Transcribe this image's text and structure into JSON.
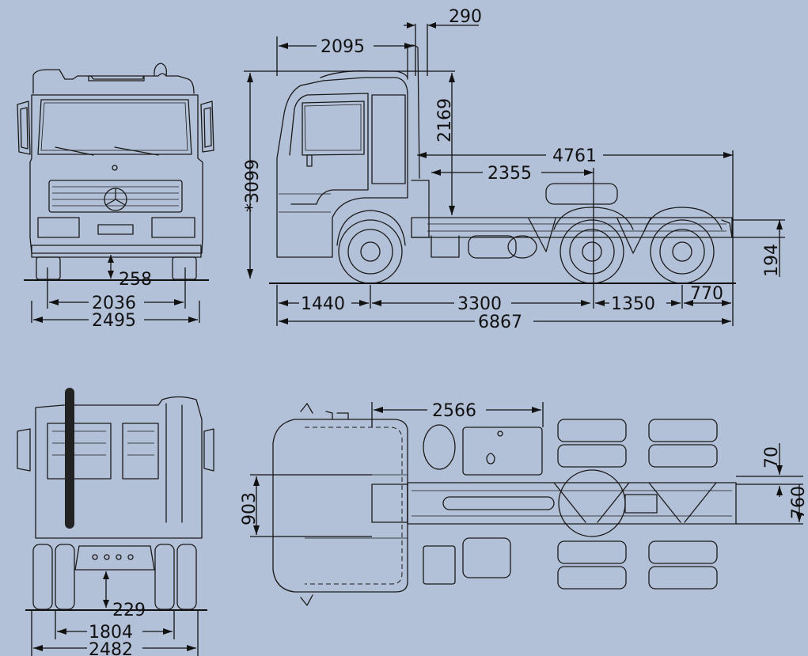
{
  "dimensions": {
    "front_height_clearance": "258",
    "front_track": "2036",
    "front_width": "2495",
    "rear_height_clearance": "229",
    "rear_track": "1804",
    "rear_width": "2482",
    "cab_top_length": "2095",
    "exhaust_offset": "290",
    "overall_height": "*3099",
    "cab_to_frame_height": "2169",
    "fifth_wheel_range": "4761",
    "cab_to_fifth_wheel": "2355",
    "frame_height": "194",
    "front_overhang": "1440",
    "wheelbase": "3300",
    "tandem_spacing": "1350",
    "rear_overhang": "770",
    "overall_length": "6867",
    "top_cab_length": "2566",
    "top_half_width": "903",
    "frame_offset": "70",
    "frame_width": "760"
  },
  "colors": {
    "background": "#b3c1d8",
    "line": "#1a1a1a"
  }
}
